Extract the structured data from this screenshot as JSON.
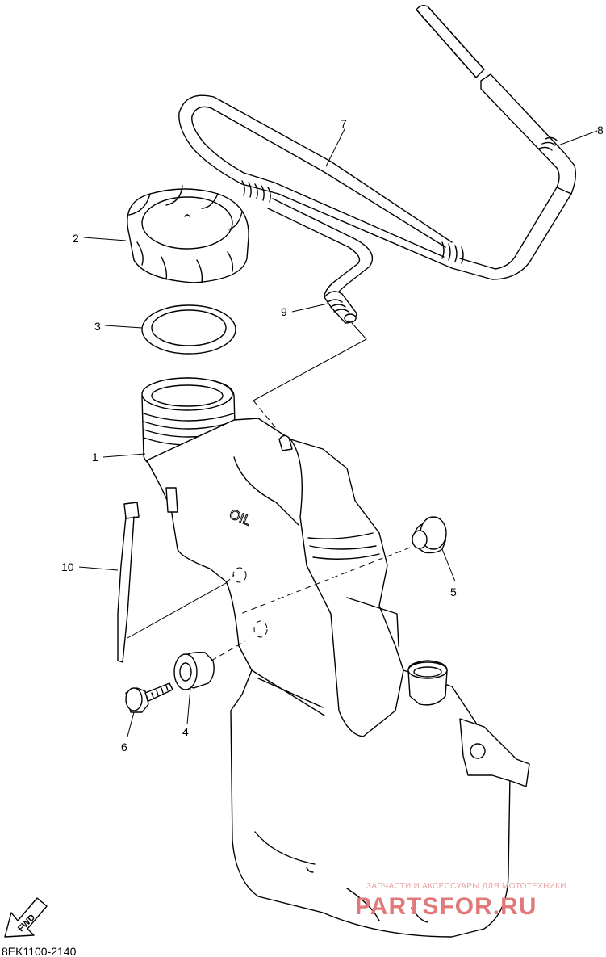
{
  "diagram": {
    "part_number": "8EK1100-2140",
    "tank_marking": "OIL",
    "fwd_label": "FWD",
    "callouts": [
      "1",
      "2",
      "3",
      "4",
      "5",
      "6",
      "7",
      "8",
      "9",
      "10"
    ]
  },
  "watermark": {
    "tagline": "ЗАПЧАСТИ И АКСЕССУАРЫ ДЛЯ МОТОТЕХНИКИ",
    "site": "PARTSFOR.RU",
    "color": "#e07a7a"
  }
}
